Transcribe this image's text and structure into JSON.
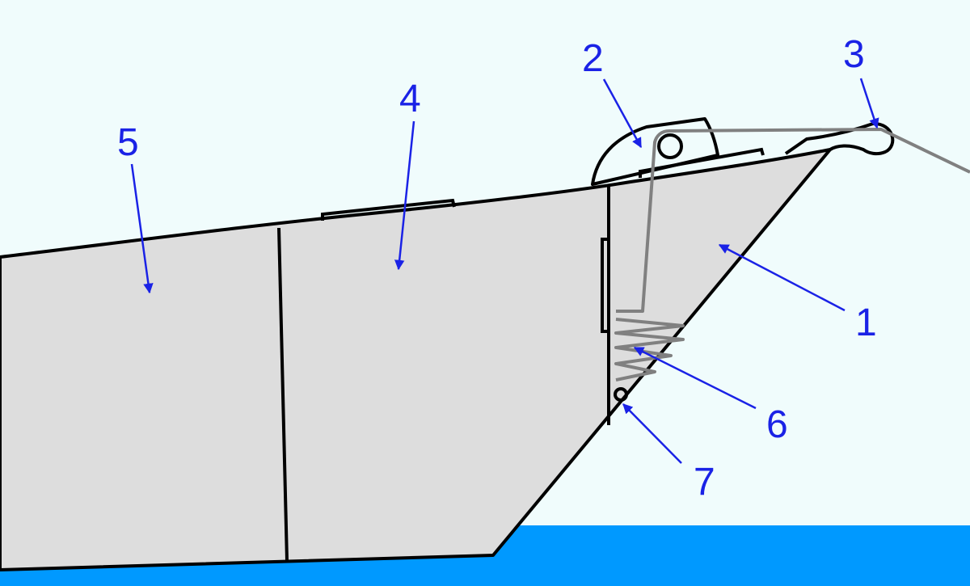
{
  "colors": {
    "sky": "#f0fcfc",
    "water": "#0099ff",
    "hull_fill": "#dddddd",
    "outline": "#000000",
    "cable": "#808080",
    "label": "#1a22e6"
  },
  "labels": {
    "l1": "1",
    "l2": "2",
    "l3": "3",
    "l4": "4",
    "l5": "5",
    "l6": "6",
    "l7": "7"
  }
}
